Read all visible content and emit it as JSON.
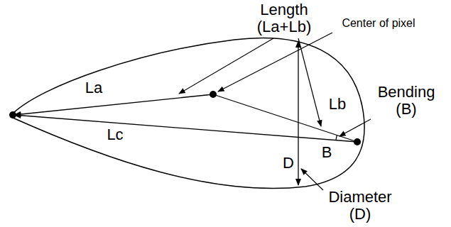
{
  "diagram": {
    "labels": [
      "Length (La+Lb)",
      "Center of pixel",
      "La",
      "Lb",
      "Bending (B)",
      "Lc",
      "B",
      "D",
      "Diameter (D)"
    ]
  }
}
